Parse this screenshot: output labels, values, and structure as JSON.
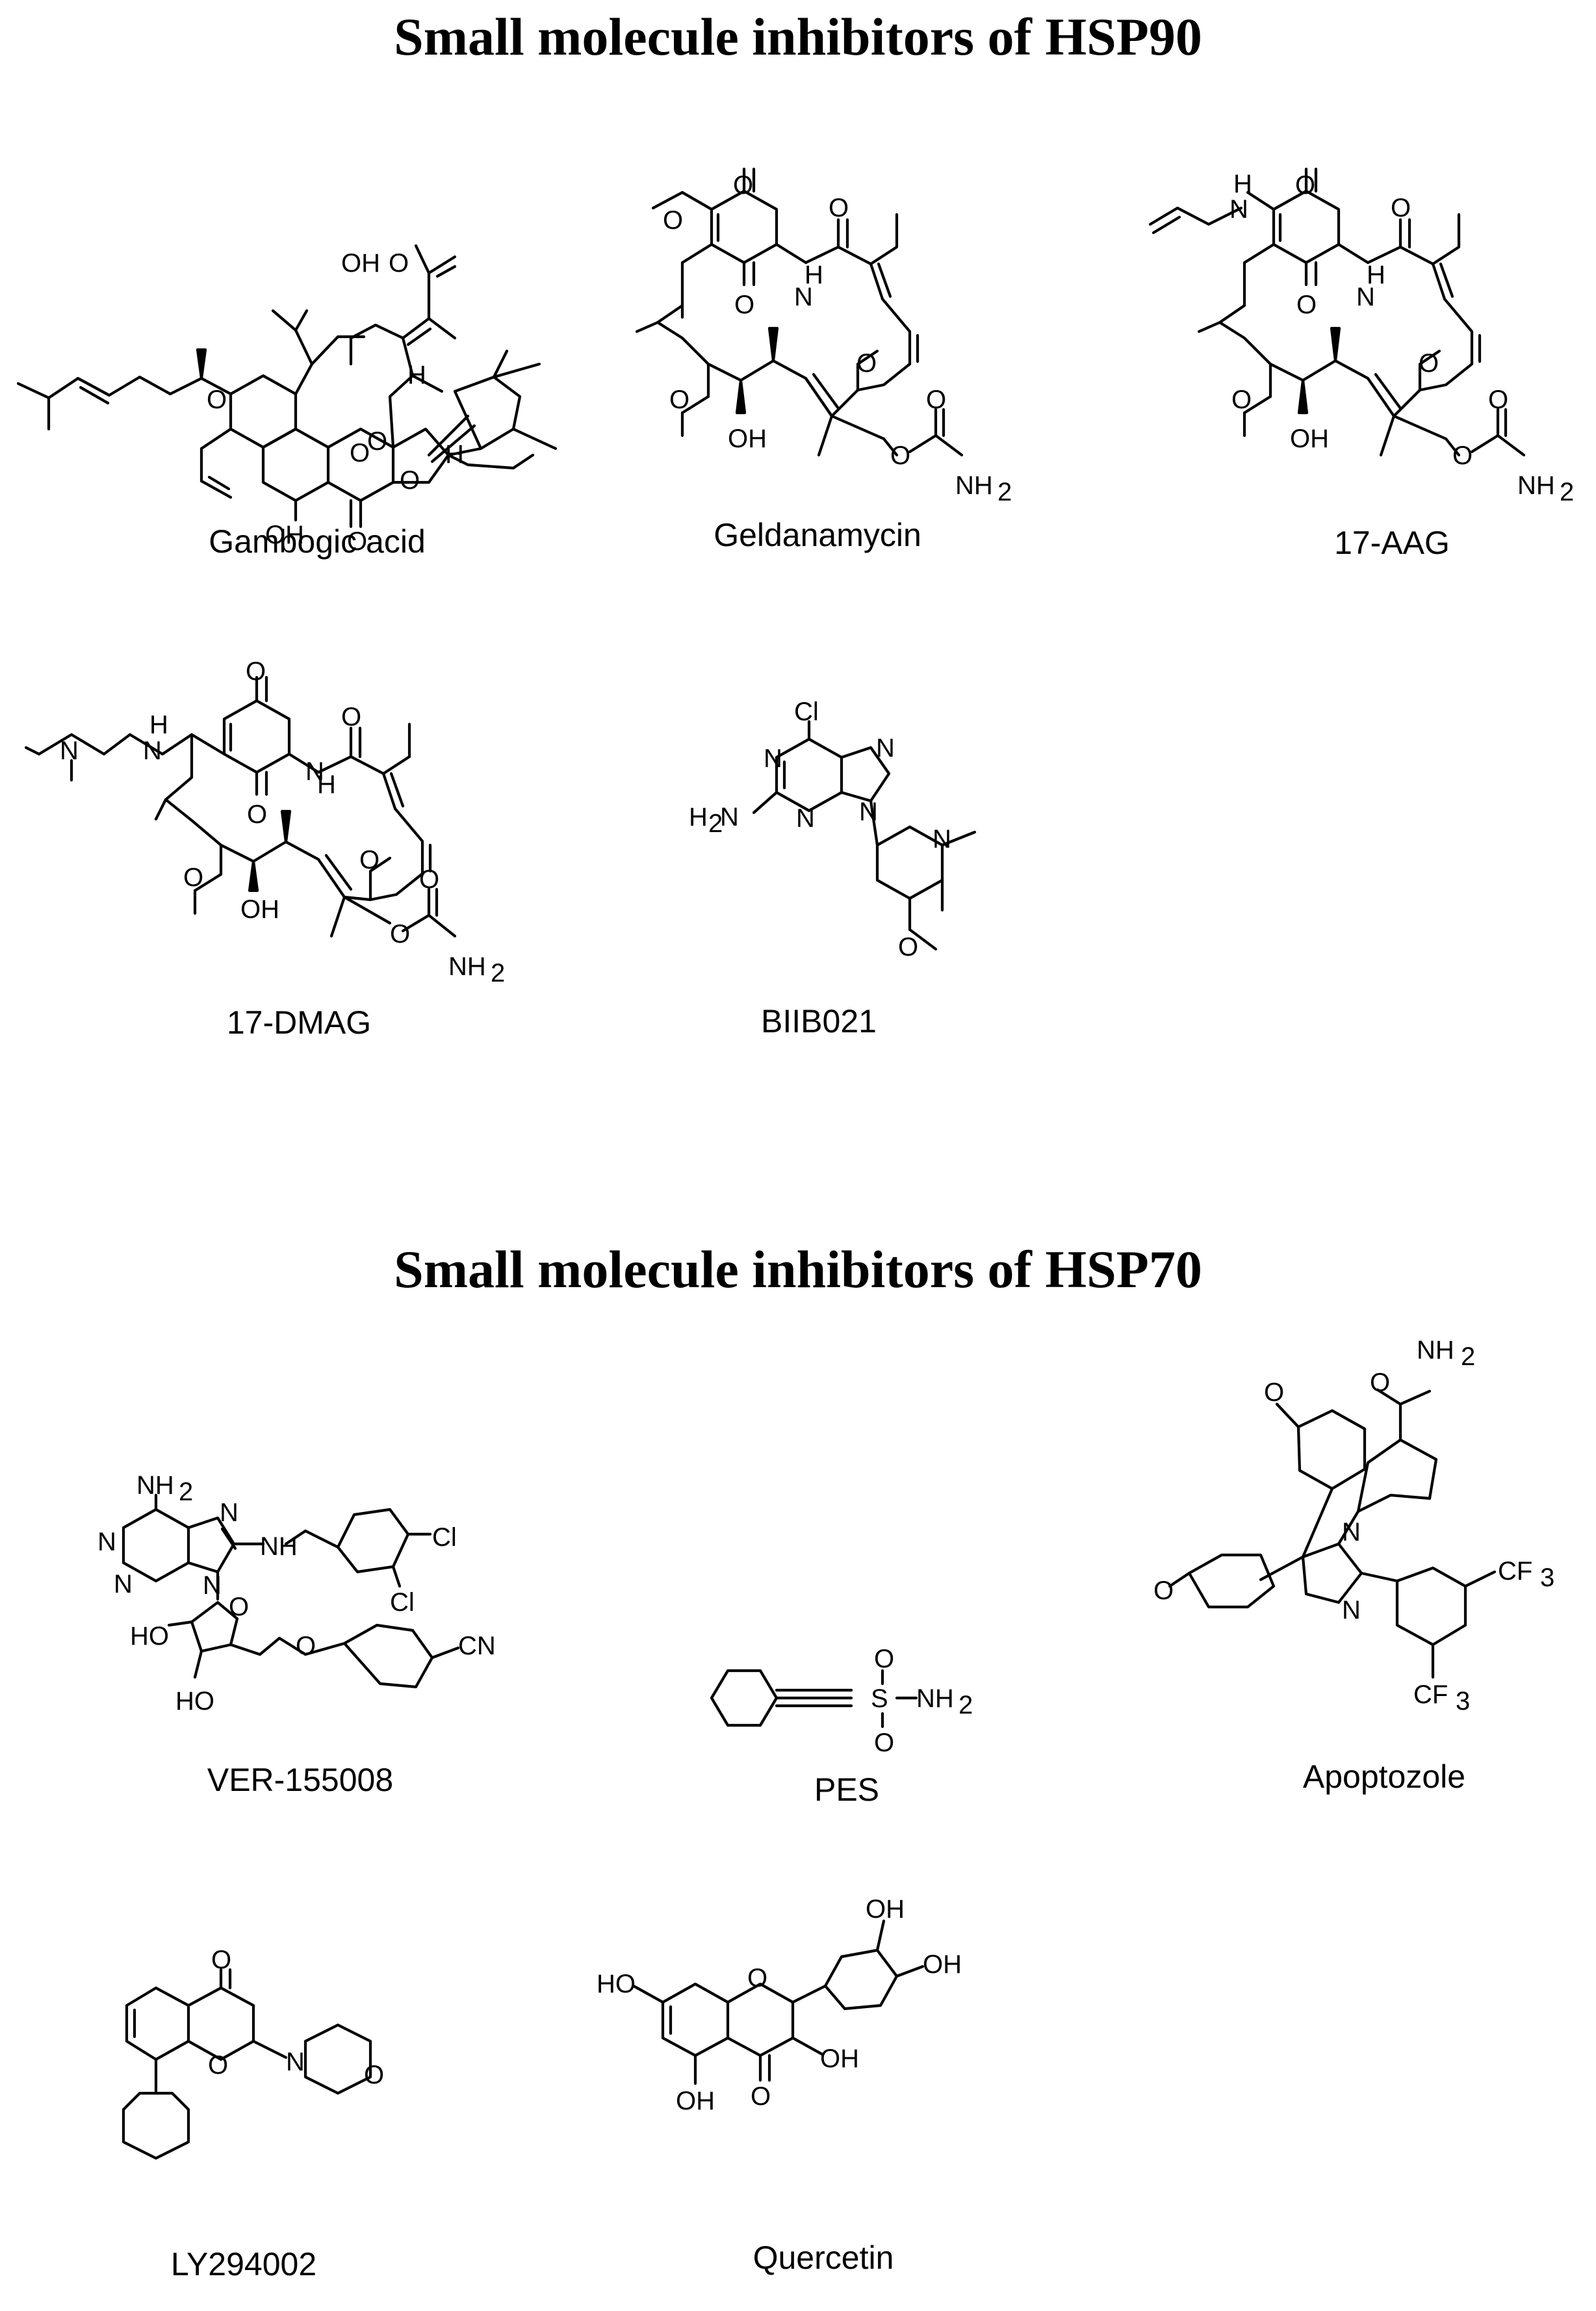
{
  "headings": {
    "hsp90": "Small molecule inhibitors of HSP90",
    "hsp70": "Small molecule inhibitors of HSP70"
  },
  "compounds": {
    "gambogic_acid": "Gambogic acid",
    "geldanamycin": "Geldanamycin",
    "aag17": "17-AAG",
    "dmag17": "17-DMAG",
    "biib021": "BIIB021",
    "ver155008": "VER-155008",
    "pes": "PES",
    "apoptozole": "Apoptozole",
    "ly294002": "LY294002",
    "quercetin": "Quercetin"
  },
  "atoms": {
    "oh": "OH",
    "ho": "HO",
    "o": "O",
    "h": "H",
    "n": "N",
    "nh": "NH",
    "nh2": "NH",
    "sub2": "2",
    "cl": "Cl",
    "cn": "CN",
    "s": "S",
    "cf": "CF",
    "sub3": "3",
    "h2n_h": "H",
    "h2n_n": "N"
  }
}
